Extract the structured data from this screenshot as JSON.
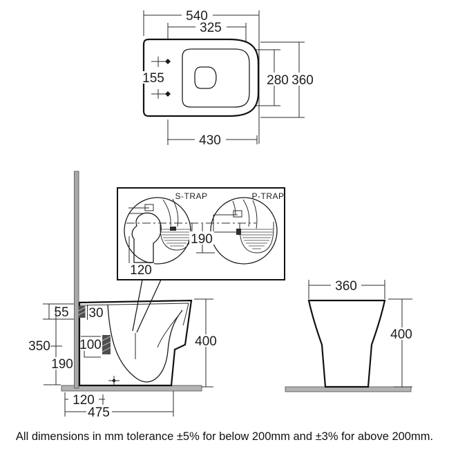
{
  "note": "All dimensions in mm tolerance ±5% for below 200mm and ±3% for above 200mm.",
  "top_view": {
    "overall_length": "540",
    "seat_length": "325",
    "hinge_spacing": "155",
    "bowl_width": "280",
    "overall_width": "360",
    "front_to_fixing": "430"
  },
  "trap_detail": {
    "s_trap_label": "S-TRAP",
    "p_trap_label": "P-TRAP",
    "outlet_height": "190",
    "outlet_offset": "120"
  },
  "side_view": {
    "rim_drop": "55",
    "hinge_inset": "30",
    "floor_to_bracket": "350",
    "bracket_size": "100",
    "outlet_height": "190",
    "overall_height": "400",
    "outlet_offset": "120",
    "overall_depth": "475"
  },
  "front_view": {
    "overall_width": "360",
    "overall_height": "400"
  },
  "colors": {
    "line": "#1a1a1a",
    "wall_fill": "#a8a8a8",
    "wall_edge": "#666666",
    "bracket_fill": "#4f4f4f"
  }
}
